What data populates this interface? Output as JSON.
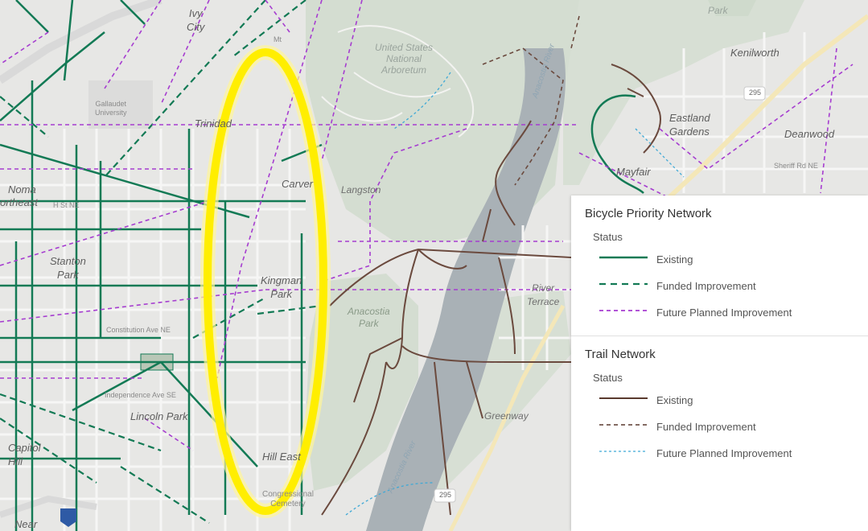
{
  "map": {
    "labels": {
      "ivy_city": "Ivy\nCity",
      "mt": "Mt",
      "us_arboretum": "United States\nNational\nArboretum",
      "kenilworth": "Kenilworth",
      "gallaudet": "Gallaudet\nUniversity",
      "trinidad": "Trinidad",
      "eastland_gardens": "Eastland\nGardens",
      "deanwood": "Deanwood",
      "mayfair": "Mayfair",
      "sheriff_rd": "Sheriff Rd NE",
      "noma": "Noma",
      "northeast": "ortheast",
      "h_st": "H St NE",
      "carver": "Carver",
      "langston": "Langston",
      "stanton_park": "Stanton\nPark",
      "kingman_park": "Kingman\nPark",
      "river_terrace": "River\nTerrace",
      "anacostia_park": "Anacostia\nPark",
      "constitution": "Constitution Ave NE",
      "independence": "Independence Ave SE",
      "lincoln_park": "Lincoln Park",
      "greenway": "Greenway",
      "capitol_hill": "Capitol\nHill",
      "hill_east": "Hill East",
      "congressional_cemetery": "Congressional\nCemetery",
      "anacostia_river_1": "Anacostia River",
      "anacostia_river_2": "Anacostia River",
      "route_295_a": "295",
      "route_295_b": "295",
      "park": "Park",
      "near": "Near"
    }
  },
  "legend": {
    "bicycle": {
      "title": "Bicycle Priority Network",
      "status_label": "Status",
      "items": [
        {
          "label": "Existing",
          "color": "#137a55",
          "style": "solid"
        },
        {
          "label": "Funded Improvement",
          "color": "#137a55",
          "style": "dashed"
        },
        {
          "label": "Future Planned Improvement",
          "color": "#a63dd0",
          "style": "dashed"
        }
      ]
    },
    "trail": {
      "title": "Trail Network",
      "status_label": "Status",
      "items": [
        {
          "label": "Existing",
          "color": "#5a3a2e",
          "style": "solid"
        },
        {
          "label": "Funded Improvement",
          "color": "#5a3a2e",
          "style": "dashed"
        },
        {
          "label": "Future Planned Improvement",
          "color": "#3fa9d6",
          "style": "dotted"
        }
      ]
    }
  },
  "highlight": {
    "color": "#ffee00",
    "shape": "ellipse"
  }
}
